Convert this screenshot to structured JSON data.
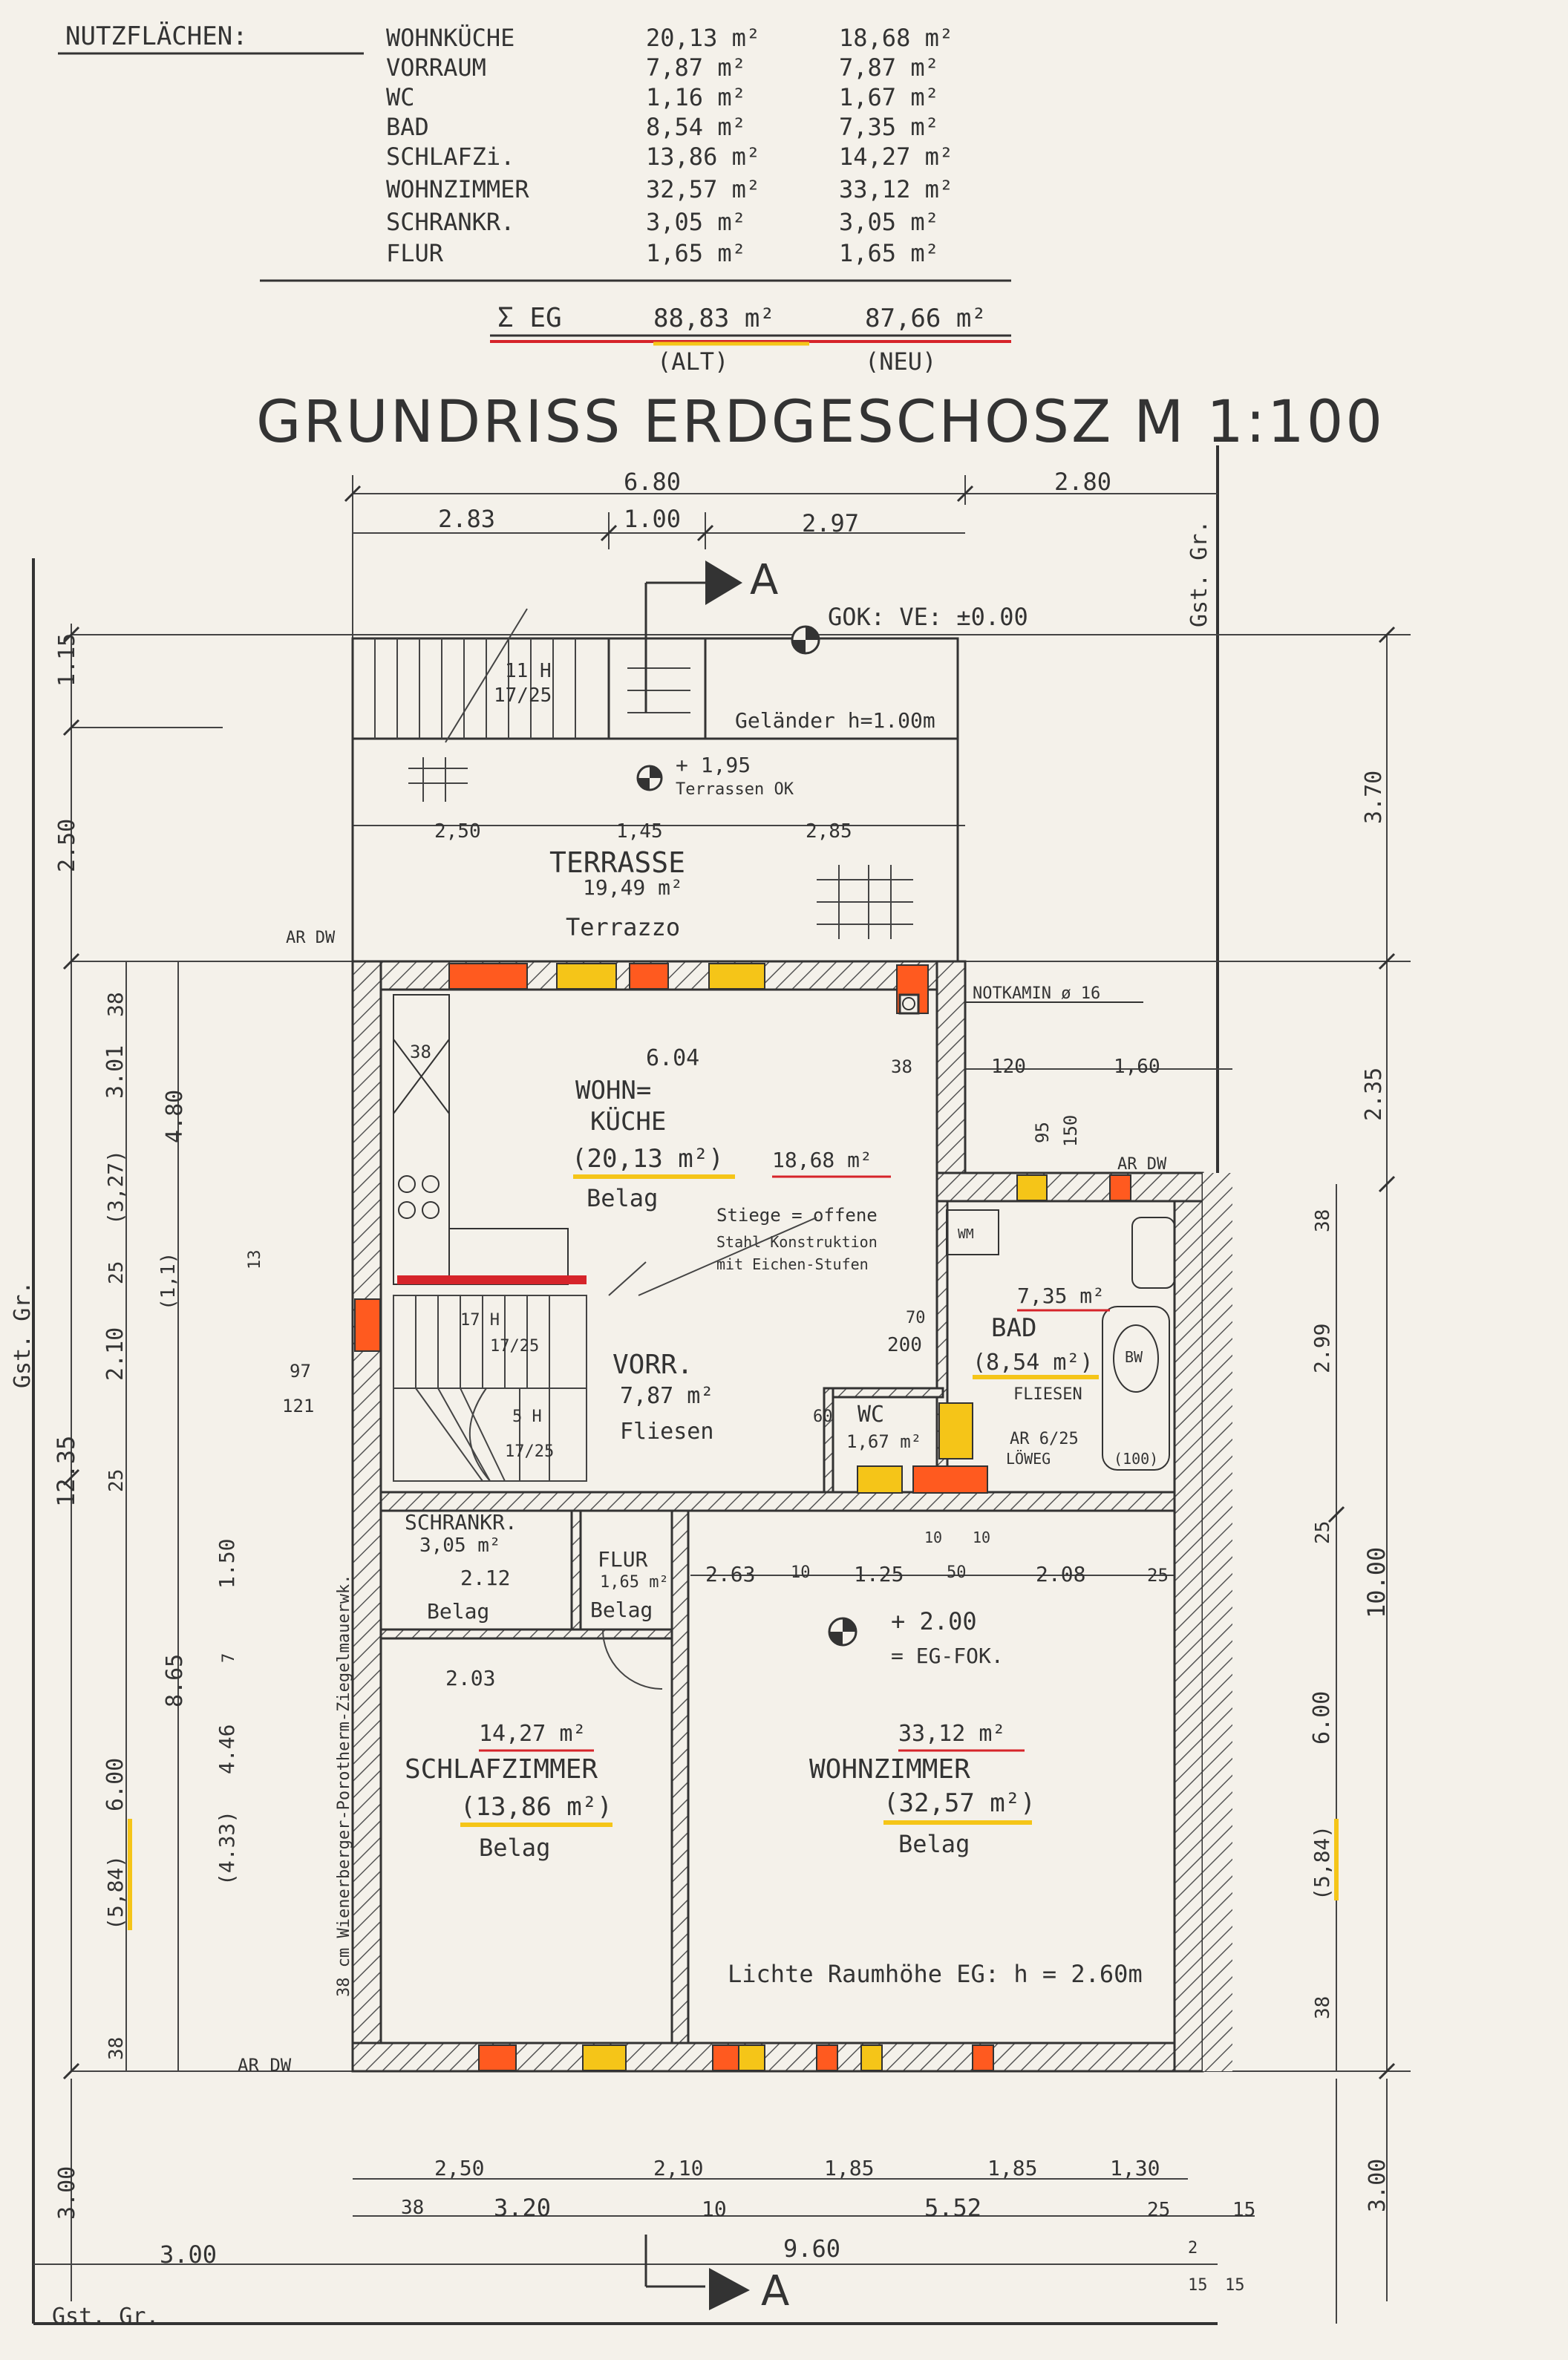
{
  "areas_table": {
    "heading": "NUTZFLÄCHEN:",
    "rows": [
      {
        "room": "WOHNKÜCHE",
        "alt": "20,13 m²",
        "neu": "18,68 m²"
      },
      {
        "room": "VORRAUM",
        "alt": "7,87 m²",
        "neu": "7,87 m²"
      },
      {
        "room": "WC",
        "alt": "1,16 m²",
        "neu": "1,67 m²"
      },
      {
        "room": "BAD",
        "alt": "8,54 m²",
        "neu": "7,35 m²"
      },
      {
        "room": "SCHLAFZi.",
        "alt": "13,86 m²",
        "neu": "14,27 m²"
      },
      {
        "room": "WOHNZIMMER",
        "alt": "32,57 m²",
        "neu": "33,12 m²"
      },
      {
        "room": "SCHRANKR.",
        "alt": "3,05 m²",
        "neu": "3,05 m²"
      },
      {
        "room": "FLUR",
        "alt": "1,65 m²",
        "neu": "1,65 m²"
      }
    ],
    "sum_label": "Σ EG",
    "sum_alt": "88,83 m²",
    "sum_neu": "87,66 m²",
    "alt_label": "(ALT)",
    "neu_label": "(NEU)"
  },
  "title": "GRUNDRISS ERDGESCHOSZ M 1:100",
  "section_marker": "A",
  "gst_gr": "Gst. Gr.",
  "levels": {
    "gok": "GOK: VE: ±0.00",
    "terrace": "+ 1,95",
    "terrace_note": "Terrassen OK",
    "eg": "+ 2.00",
    "eg_note": "= EG-FOK."
  },
  "labels": {
    "gelaender": "Geländer h=1.00m",
    "ar_dw": "AR DW",
    "notkamin": "NOTKAMIN ø 16",
    "stiege": "Stiege = offene",
    "stiege2": "Stahl Konstruktion",
    "stiege3": "mit Eichen-Stufen",
    "wall_note": "38 cm Wienerberger-Porotherm-Ziegelmauerwk.",
    "raumhoehe": "Lichte Raumhöhe EG: h = 2.60m",
    "stairs_top": "11 H",
    "stairs_top2": "17/25",
    "stairs_mid": "17 H",
    "stairs_mid2": "17/25",
    "stairs_low": "5 H",
    "stairs_low2": "17/25",
    "wm": "WM",
    "bw": "BW",
    "fliesen_bad": "FLIESEN",
    "ar_wc": "AR 6/25",
    "loweg": "LÖWEG",
    "ww": "(100)"
  },
  "rooms": {
    "terrasse": {
      "name": "TERRASSE",
      "area": "19,49 m²",
      "floor": "Terrazzo"
    },
    "kueche": {
      "name1": "WOHN=",
      "name2": "KÜCHE",
      "area_alt": "(20,13 m²)",
      "area_neu": "18,68 m²",
      "floor": "Belag",
      "dim": "6.04"
    },
    "vorraum": {
      "name": "VORR.",
      "area": "7,87 m²",
      "floor": "Fliesen"
    },
    "wc": {
      "name": "WC",
      "area": "1,67 m²"
    },
    "bad": {
      "name": "BAD",
      "area_neu": "7,35 m²",
      "area_alt": "(8,54 m²)"
    },
    "schrank": {
      "name": "SCHRANKR.",
      "area": "3,05 m²",
      "dim": "2.12",
      "floor": "Belag"
    },
    "flur": {
      "name": "FLUR",
      "area": "1,65 m²",
      "floor": "Belag"
    },
    "schlaf": {
      "name": "SCHLAFZIMMER",
      "area_neu": "14,27 m²",
      "area_alt": "(13,86 m²)",
      "floor": "Belag",
      "dim": "2.03"
    },
    "wohn": {
      "name": "WOHNZIMMER",
      "area_neu": "33,12 m²",
      "area_alt": "(32,57 m²)",
      "floor": "Belag"
    }
  },
  "dims": {
    "top_total": "6.80",
    "top_right": "2.80",
    "top_a": "2.83",
    "top_b": "1.00",
    "top_c": "2.97",
    "terr_a": "2,50",
    "terr_b": "1,45",
    "terr_c": "2,85",
    "left_1": "1.15",
    "left_2": "2.50",
    "left_3": "38",
    "left_4": "3.01",
    "left_5": "(3,27)",
    "left_6": "25",
    "left_7": "(1,1)",
    "left_8": "2.10",
    "left_9": "25",
    "left_10": "6.00",
    "left_11": "(5,84)",
    "left_12": "38",
    "left_total": "12.35",
    "left_sub": "8.65",
    "left_sub2": "4.80",
    "left_in1": "1.50",
    "left_in2": "4.46",
    "left_in3": "(4.33)",
    "left_in4": "13",
    "left_in5": "97",
    "left_in6": "121",
    "left_in7": "7",
    "right_1": "3.70",
    "right_2": "2.35",
    "right_3": "38",
    "right_4": "2.99",
    "right_5": "25",
    "right_6": "6.00",
    "right_7": "(5,84)",
    "right_8": "38",
    "right_total": "10.00",
    "k_a": "120",
    "k_b": "1,60",
    "k_c": "95",
    "k_d": "150",
    "mid_a": "2.63",
    "mid_b": "1.25",
    "mid_c": "2.08",
    "mid_d": "10",
    "mid_e": "50",
    "mid_f": "25",
    "mid_g": "10",
    "mid_h": "10",
    "bot_a": "2,50",
    "bot_b": "2,10",
    "bot_c": "1,85",
    "bot_d": "1,85",
    "bot_e": "1,30",
    "bot_f": "38",
    "bot_g": "3.20",
    "bot_h": "10",
    "bot_i": "5.52",
    "bot_j": "25",
    "bot_k": "15",
    "bot_total": "9.60",
    "bot_left": "3.00",
    "bot_leftv": "3.00",
    "bot_rightv": "3.00",
    "bot_l": "2",
    "bot_m": "15",
    "bot_n": "15",
    "k_38": "38",
    "k_38b": "38",
    "wc_60": "60",
    "wc_70": "70",
    "wc_200": "200"
  },
  "colors": {
    "orange": "#ff5a1f",
    "yellow": "#f5c518",
    "red": "#d6242a",
    "ink": "#333333"
  }
}
